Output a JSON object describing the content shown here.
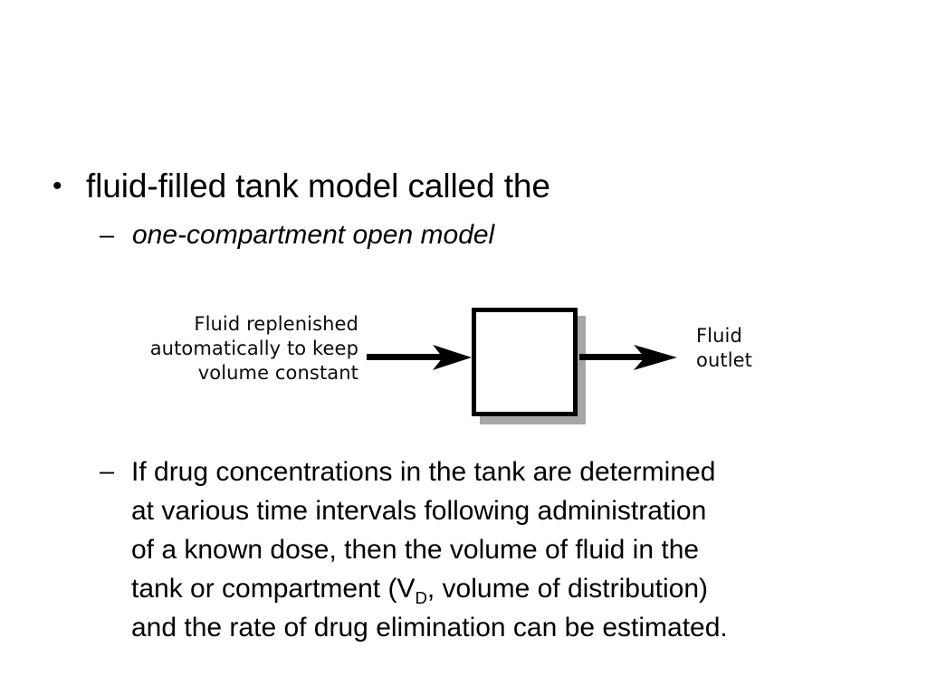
{
  "slide": {
    "background_color": "#ffffff",
    "text_color": "#000000"
  },
  "bullets": {
    "level1": {
      "marker": "•",
      "text": "fluid-filled tank model called the"
    },
    "level2": {
      "marker": "–",
      "text": "one-compartment open model"
    }
  },
  "diagram": {
    "left_label": {
      "line1": "Fluid replenished",
      "line2": "automatically to keep",
      "line3": "volume constant"
    },
    "right_label": {
      "line1": "Fluid",
      "line2": "outlet"
    },
    "tank": {
      "fill_color": "#ffffff",
      "border_color": "#000000",
      "shadow_color": "#a6a6a6"
    },
    "arrow_color": "#000000"
  },
  "paragraph": {
    "marker": "–",
    "lines": [
      "If drug concentrations in the tank are determined",
      "at various time intervals following administration",
      "of a known dose, then the volume of fluid in the",
      "and the rate of drug elimination can be estimated."
    ],
    "line4_part1": "tank or compartment (V",
    "line4_subscript": "D",
    "line4_part2": ", volume of distribution)"
  }
}
